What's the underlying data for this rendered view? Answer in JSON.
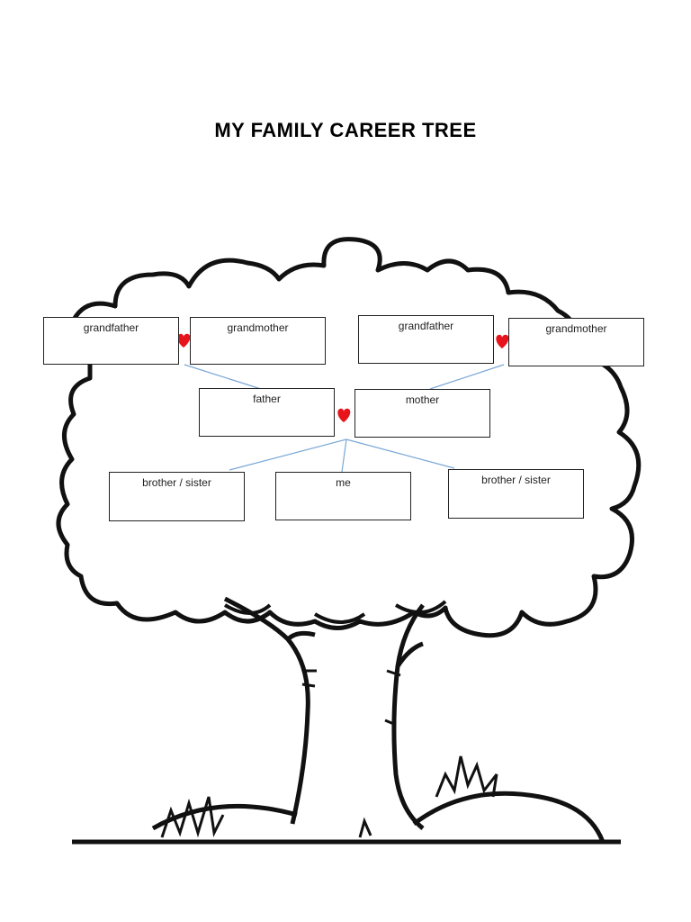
{
  "title": "MY FAMILY CAREER TREE",
  "members": {
    "grandfather_left": "grandfather",
    "grandmother_left": "grandmother",
    "grandfather_right": "grandfather",
    "grandmother_right": "grandmother",
    "father": "father",
    "mother": "mother",
    "sibling_left": "brother / sister",
    "me": "me",
    "sibling_right": "brother / sister"
  },
  "colors": {
    "heart": "#e8141c",
    "connector": "#7aa7d6",
    "outline": "#111111"
  }
}
